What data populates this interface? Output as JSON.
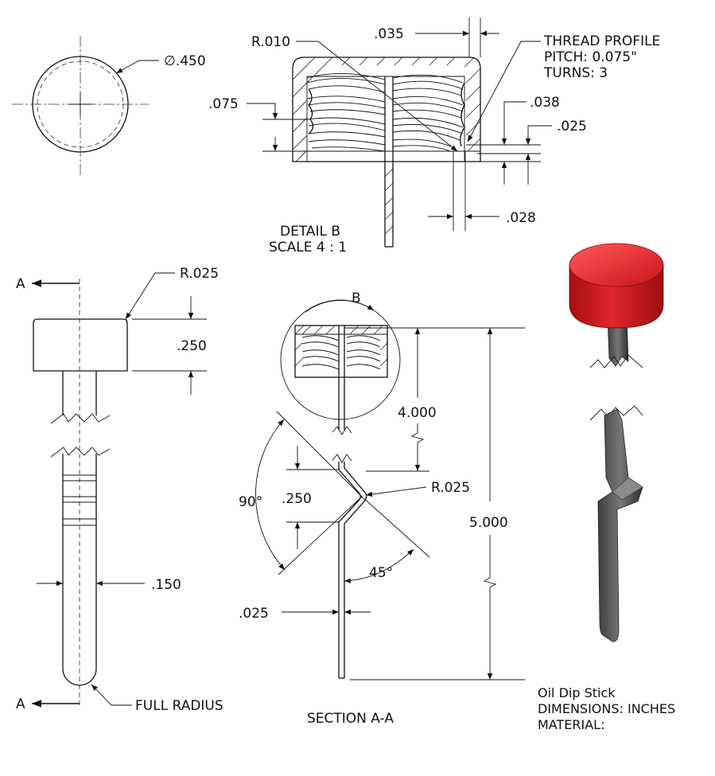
{
  "top_view": {
    "diameter": "∅.450"
  },
  "detail_b": {
    "radius": "R.010",
    "wall": ".035",
    "thread_height": ".075",
    "thread_profile_title": "THREAD PROFILE",
    "pitch": "PITCH: 0.075\"",
    "turns": "TURNS: 3",
    "d038": ".038",
    "d025": ".025",
    "d028": ".028",
    "title": "DETAIL B",
    "scale": "SCALE 4 : 1"
  },
  "front_view": {
    "section_a_top": "A",
    "section_a_bottom": "A",
    "cap_radius": "R.025",
    "cap_height": ".250",
    "stick_width": ".150",
    "tip": "FULL RADIUS"
  },
  "section_view": {
    "detail_label": "B",
    "angle": "90°",
    "offset": ".250",
    "bend_radius": "R.025",
    "length_upper": "4.000",
    "length_total": "5.000",
    "bend_angle": "45°",
    "thickness": ".025",
    "title": "SECTION A-A"
  },
  "notes": {
    "line1": "Oil Dip Stick",
    "line2": "DIMENSIONS: INCHES",
    "line3": "MATERIAL:"
  },
  "colors": {
    "cap": "#d81e24",
    "stick": "#5a5a5a"
  }
}
